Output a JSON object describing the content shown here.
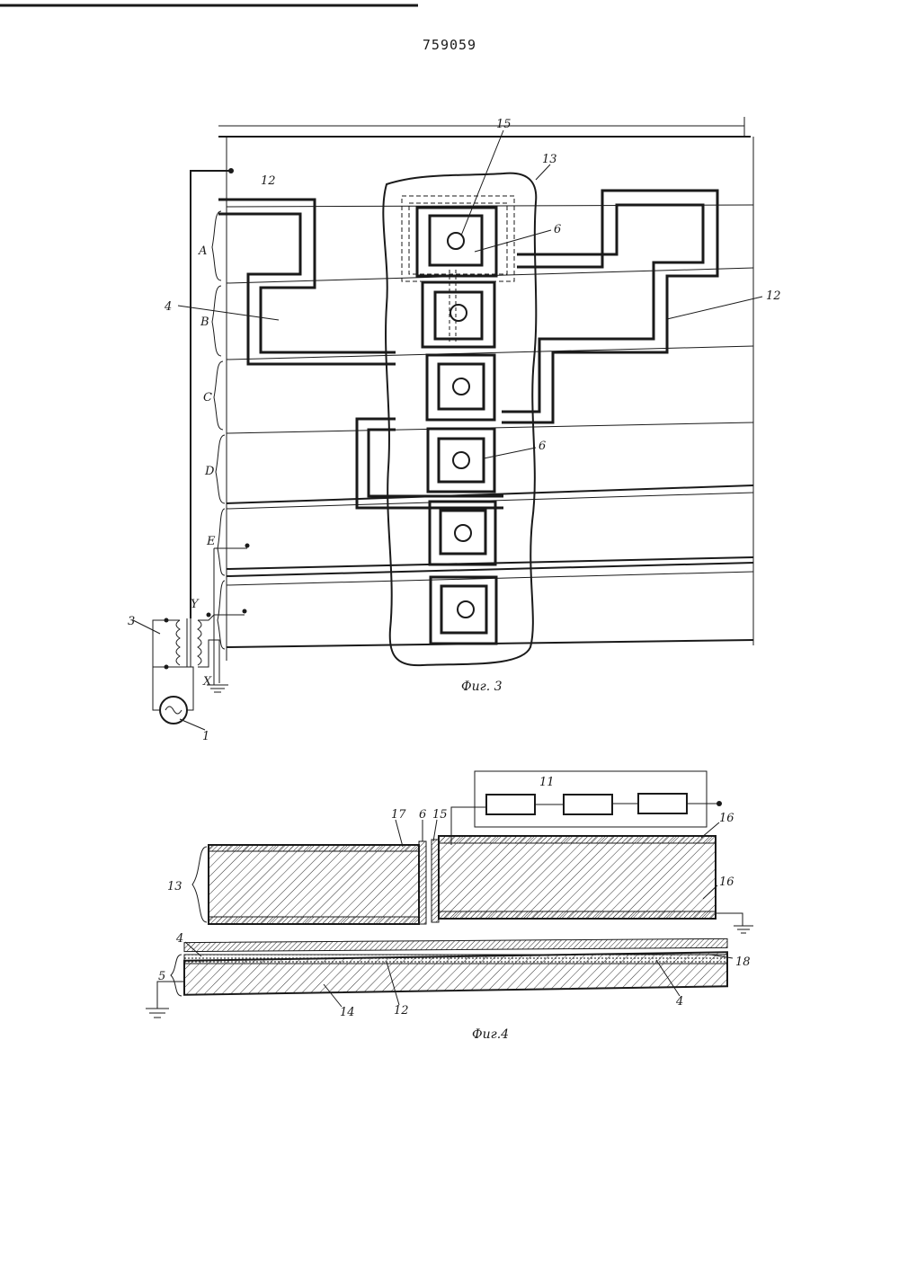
{
  "patent_number": "759059",
  "figure3": {
    "caption": "Фиг. 3",
    "zone_labels": [
      "A",
      "B",
      "C",
      "D",
      "E"
    ],
    "labels": {
      "n15": "15",
      "n13": "13",
      "n12_top": "12",
      "n12_right": "12",
      "n6_a": "6",
      "n6_b": "6",
      "n4": "4",
      "n3": "3",
      "n1": "1",
      "Y": "Y",
      "X": "X"
    }
  },
  "figure4": {
    "caption": "Фиг.4",
    "labels": {
      "n11": "11",
      "n17": "17",
      "n6": "6",
      "n15": "15",
      "n16_top": "16",
      "n16_side": "16",
      "n13": "13",
      "n4_left": "4",
      "n5": "5",
      "n18": "18",
      "n14": "14",
      "n12": "12",
      "n4_right": "4"
    }
  }
}
